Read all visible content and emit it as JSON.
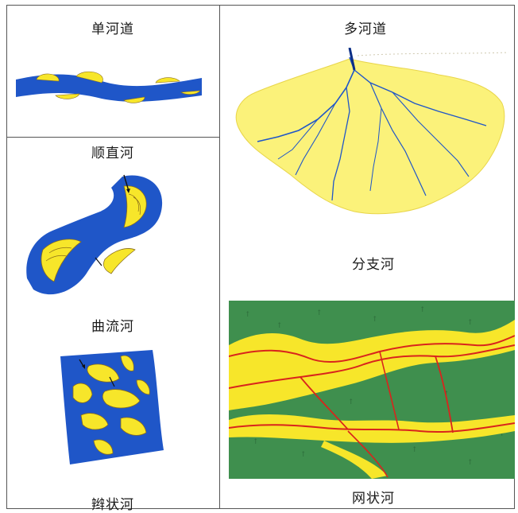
{
  "headers": {
    "single_channel": "单河道",
    "multi_channel": "多河道"
  },
  "types": {
    "straight": "顺直河",
    "meandering": "曲流河",
    "braided": "辫状河",
    "distributary": "分支河",
    "anastomosing": "网状河"
  },
  "colors": {
    "channel_blue": "#1f56c8",
    "bar_yellow": "#f7e62a",
    "fan_yellow": "#fbf27a",
    "marsh_green": "#3f8f4e",
    "anastomose_red": "#d9241c"
  }
}
